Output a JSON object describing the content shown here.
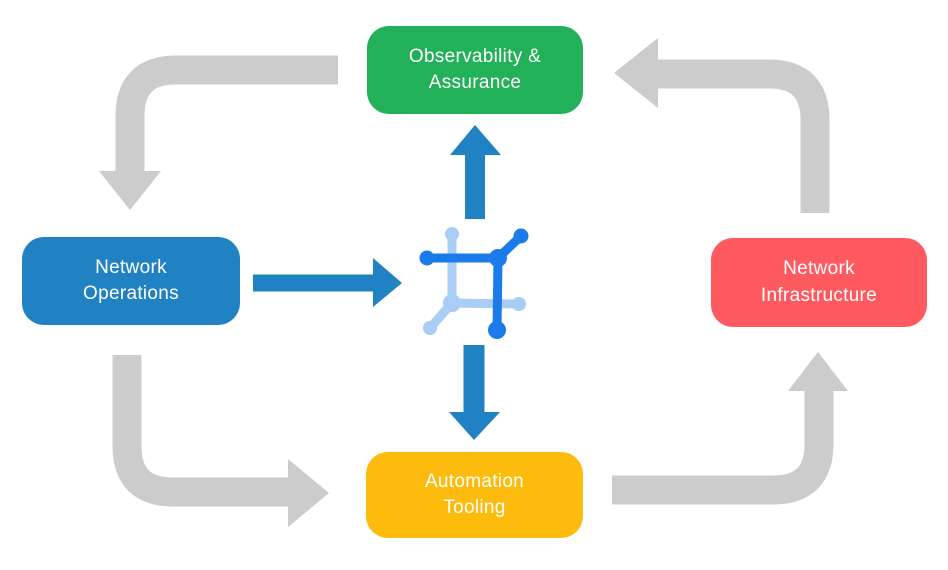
{
  "diagram": {
    "nodes": {
      "observability": {
        "label": "Observability &\nAssurance",
        "color": "#22B158"
      },
      "operations": {
        "label": "Network\nOperations",
        "color": "#2082C2"
      },
      "infrastructure": {
        "label": "Network\nInfrastructure",
        "color": "#FF5A5F"
      },
      "automation": {
        "label": "Automation\nTooling",
        "color": "#FDBB0D"
      }
    },
    "colors": {
      "background": "#FFFFFF",
      "text": "#FFFFFF",
      "cycle_arrow_gray": "#CCCCCC",
      "flow_arrow_blue": "#2082C2",
      "icon_dark_blue": "#1B7BEB",
      "icon_light_blue": "#A9CDF4"
    },
    "center_icon": "network-mesh-icon",
    "flows": {
      "cycle": [
        "Observability & Assurance -> Network Operations",
        "Network Operations -> Automation Tooling",
        "Automation Tooling -> Network Infrastructure",
        "Network Infrastructure -> Observability & Assurance"
      ],
      "hub": [
        "Network Operations -> center",
        "center -> Observability & Assurance",
        "center -> Automation Tooling"
      ]
    }
  }
}
